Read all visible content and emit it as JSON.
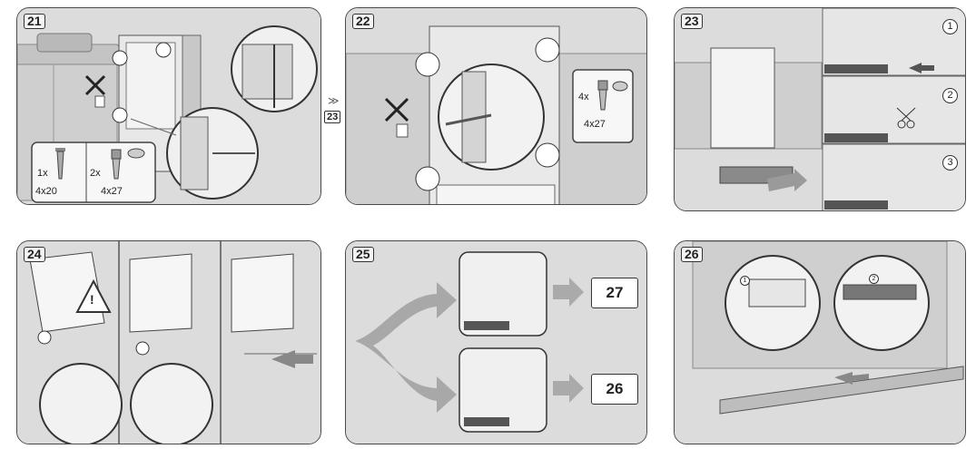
{
  "steps": [
    {
      "num": "21",
      "screw_a": {
        "qty": "1x",
        "size": "4x20"
      },
      "screw_b": {
        "qty": "2x",
        "size": "4x27"
      }
    },
    {
      "num": "22",
      "screw": {
        "qty": "4x",
        "size": "4x27"
      }
    },
    {
      "num": "23",
      "positions": [
        "1",
        "2",
        "3"
      ]
    },
    {
      "num": "24",
      "warning": "!"
    },
    {
      "num": "25",
      "targets": [
        "27",
        "26"
      ]
    },
    {
      "num": "26",
      "positions": [
        "1",
        "2"
      ]
    }
  ],
  "cross_ref": {
    "chevron": "≫",
    "step": "23"
  },
  "icon_names": [
    "screw-icon",
    "screw-anchor-icon",
    "cross-out-icon",
    "warning-icon",
    "arrow-icon",
    "scissors-icon"
  ]
}
